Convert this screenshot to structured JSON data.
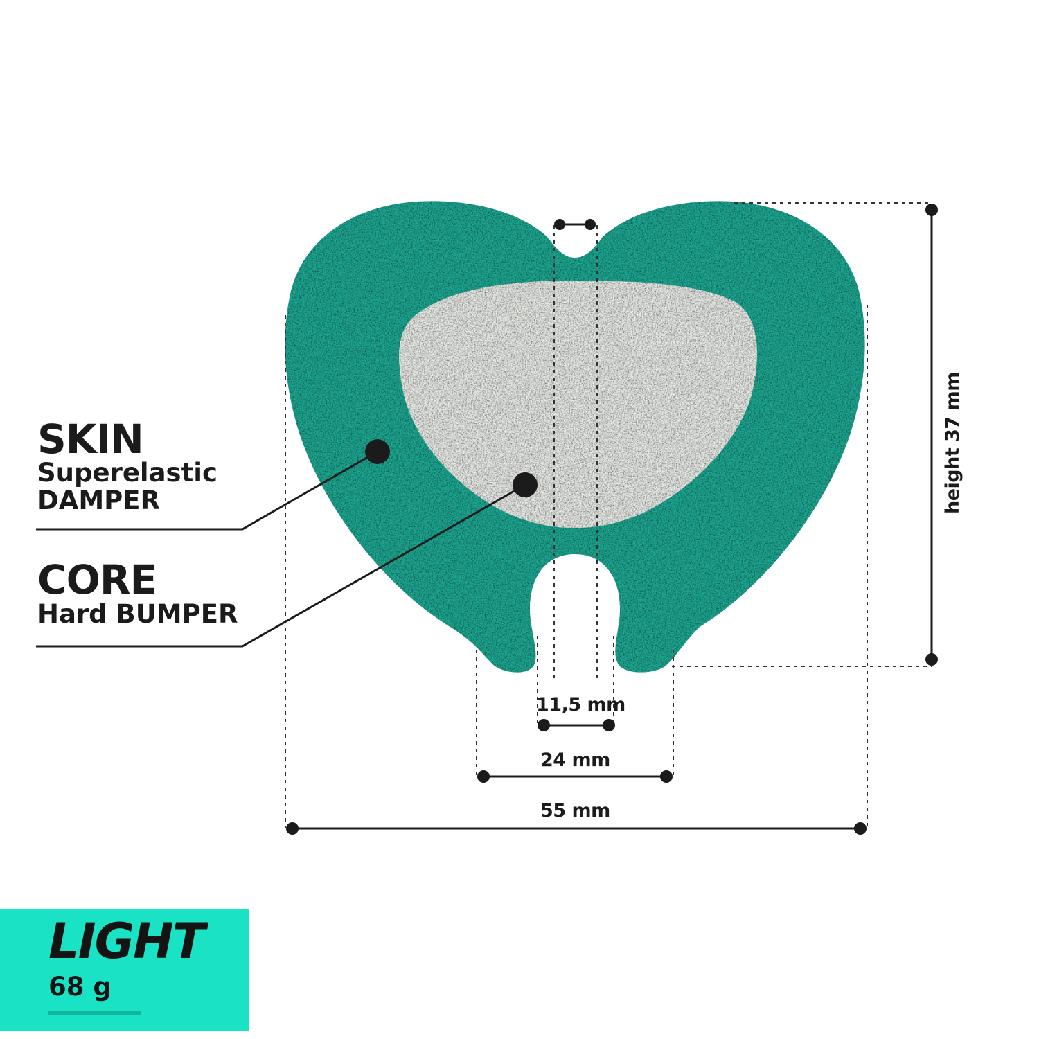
{
  "colors": {
    "skin": "#1fa893",
    "core": "#e8eae6",
    "badge": "#19e3c4",
    "badge_line": "#12b39b",
    "ink": "#1b1b1b"
  },
  "labels": {
    "skin_title": "SKIN",
    "skin_sub1": "Superelastic",
    "skin_sub2": "DAMPER",
    "core_title": "CORE",
    "core_sub": "Hard BUMPER"
  },
  "dimensions": {
    "height": "height 37 mm",
    "gap": "11,5 mm",
    "foot": "24 mm",
    "width": "55 mm"
  },
  "badge": {
    "name": "LIGHT",
    "weight": "68 g"
  }
}
